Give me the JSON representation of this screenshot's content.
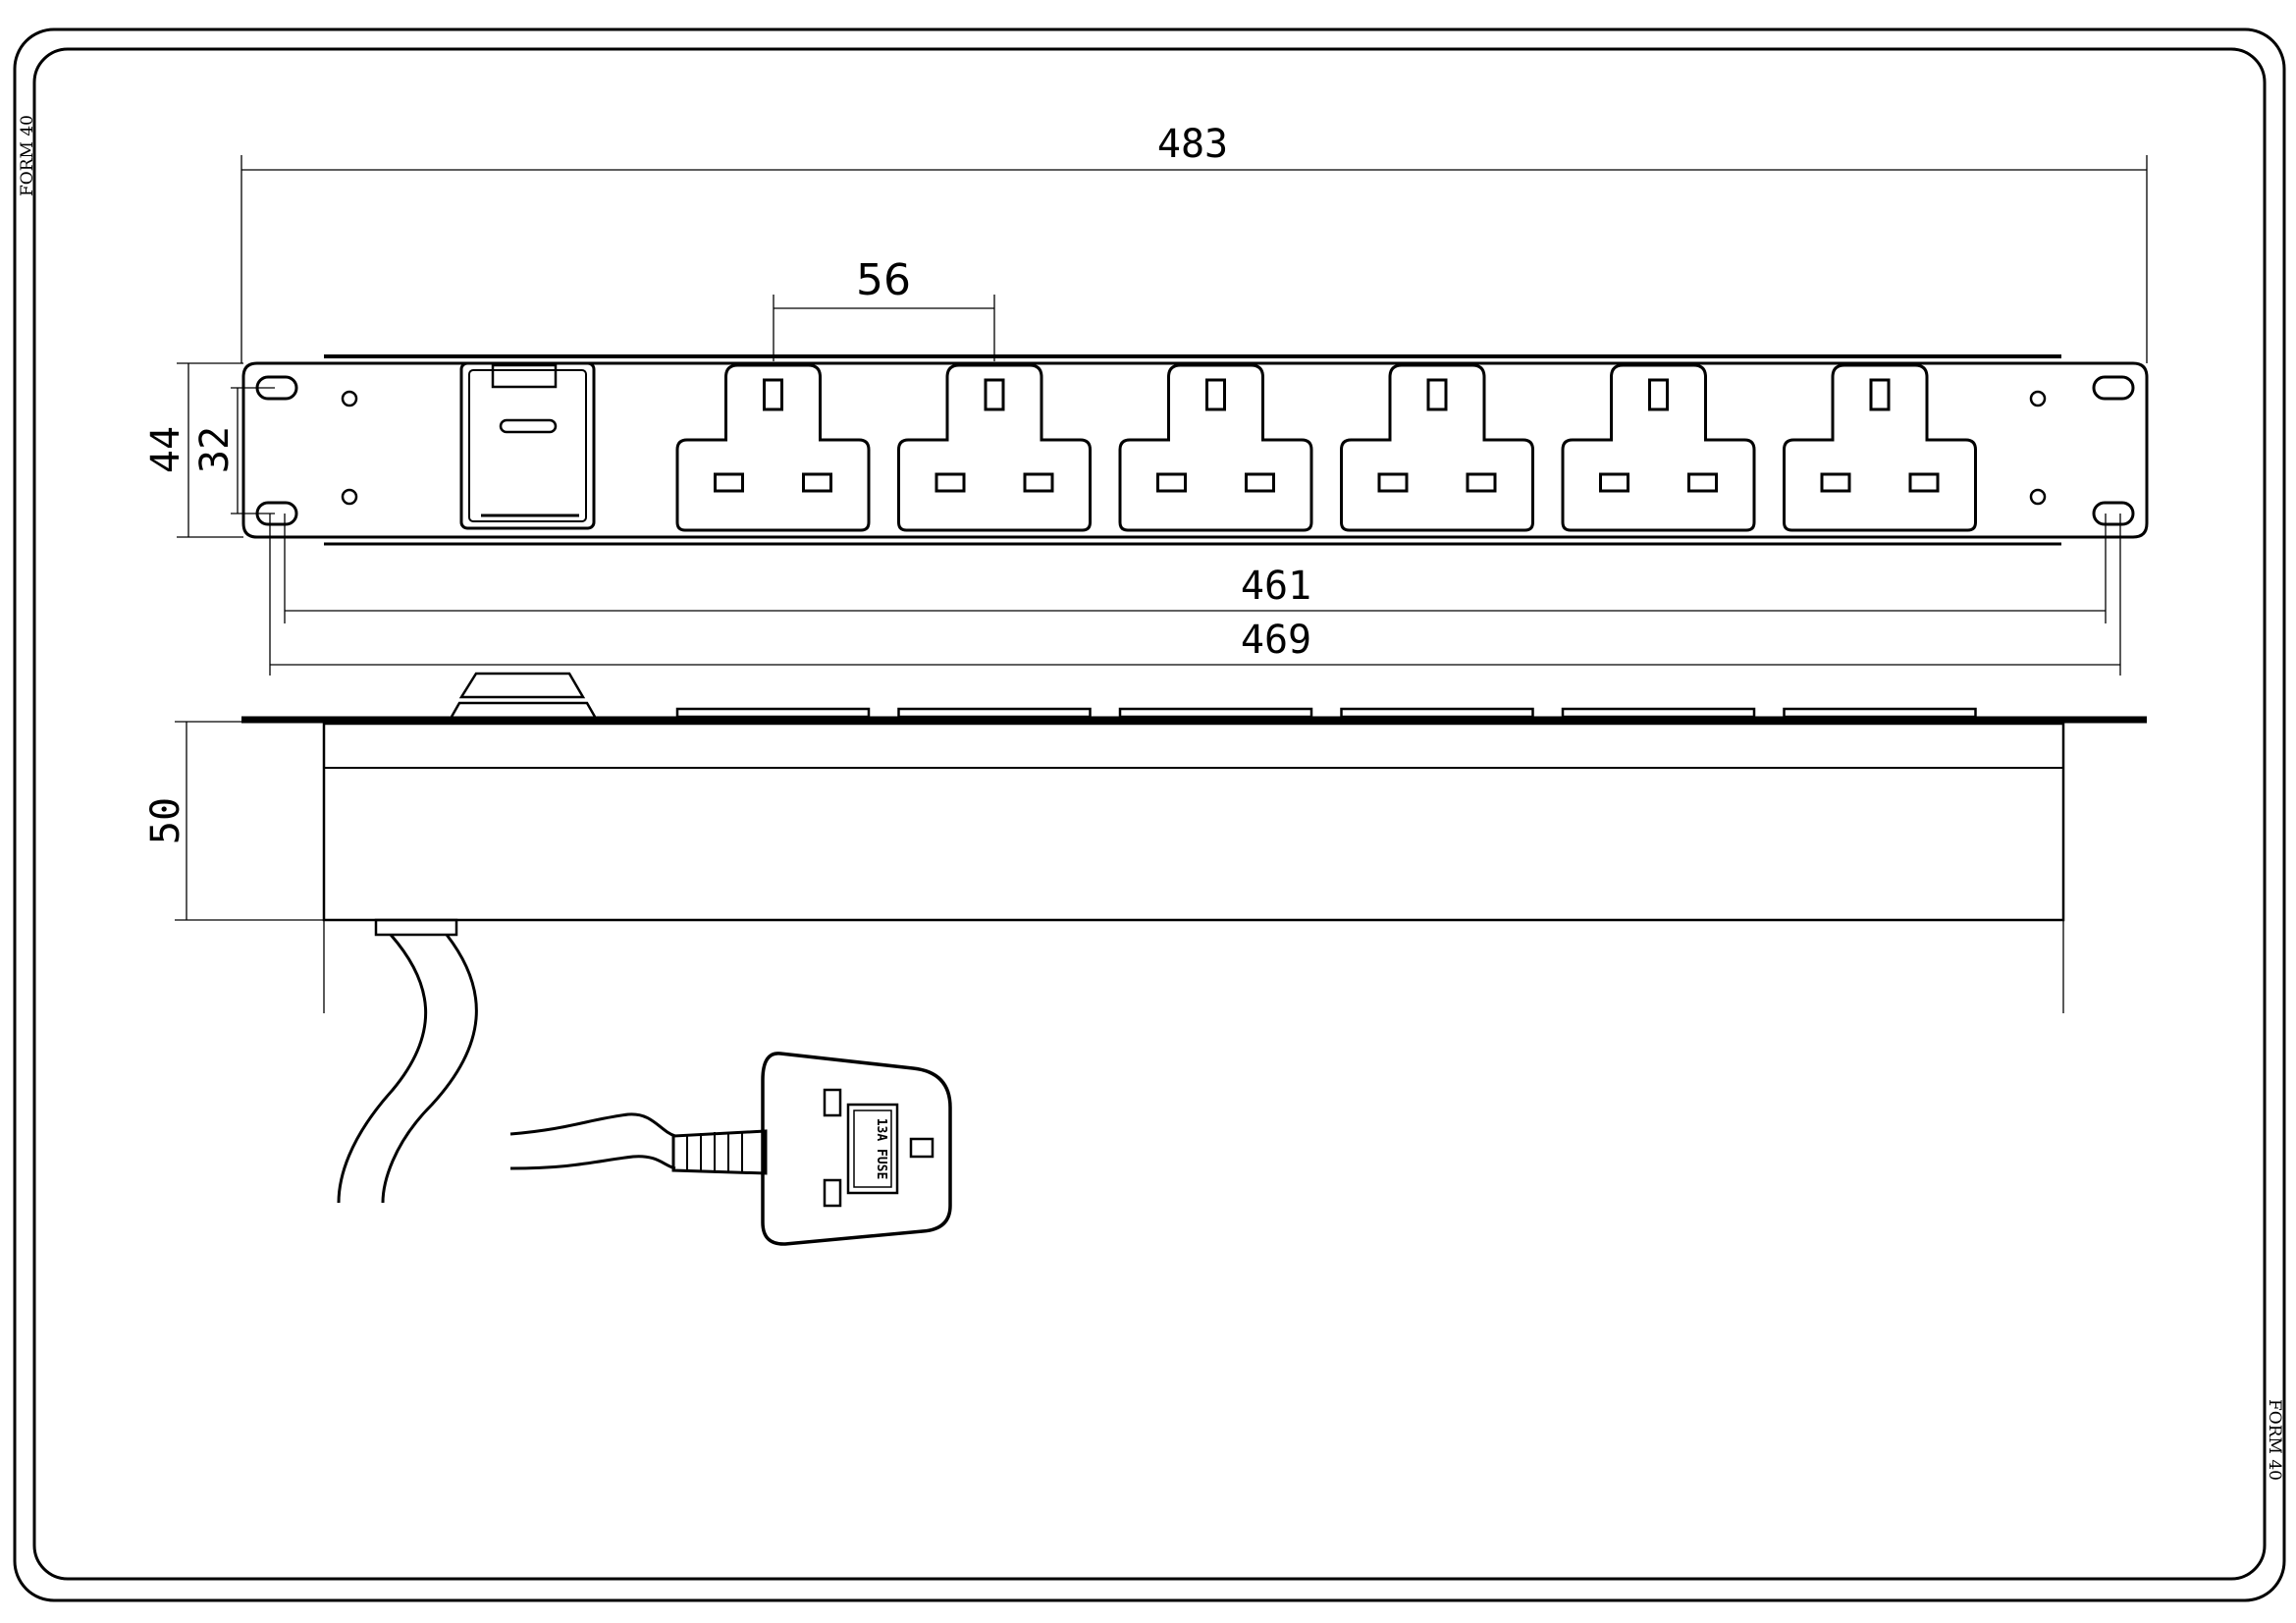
{
  "sheet": {
    "form_label_left": "FORM 40",
    "form_label_right": "FORM 40"
  },
  "dimensions": {
    "overall_width": "483",
    "socket_pitch": "56",
    "height_outer": "44",
    "height_inner": "32",
    "mounting_inner": "461",
    "mounting_outer": "469",
    "depth": "50"
  },
  "front_view": {
    "socket_count": 6,
    "has_switch": true
  },
  "plug": {
    "fuse_label": "13A FUSE"
  }
}
